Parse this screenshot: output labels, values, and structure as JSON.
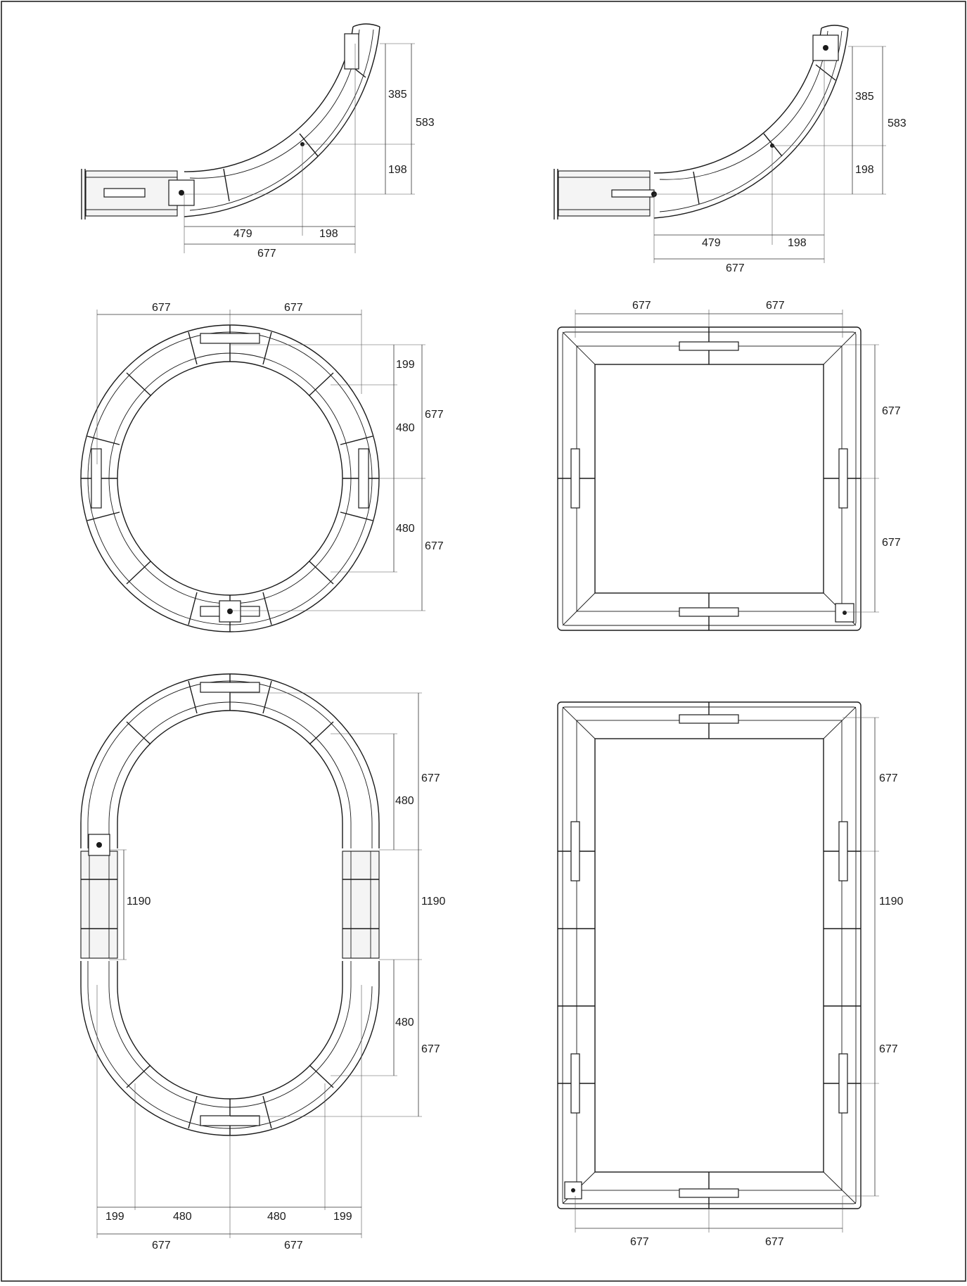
{
  "drawing": {
    "line_color": "#1a1a1a",
    "background": "#ffffff",
    "views": [
      {
        "name": "curve-with-straight-left",
        "labels": [
          "385",
          "583",
          "198",
          "479",
          "198",
          "677"
        ]
      },
      {
        "name": "curve-with-straight-right",
        "labels": [
          "385",
          "583",
          "198",
          "479",
          "198",
          "677"
        ]
      },
      {
        "name": "circle",
        "labels": [
          "677",
          "677",
          "199",
          "480",
          "677",
          "480",
          "677"
        ]
      },
      {
        "name": "square",
        "labels": [
          "677",
          "677",
          "677",
          "677"
        ]
      },
      {
        "name": "oval",
        "labels": [
          "677",
          "480",
          "1190",
          "1190",
          "480",
          "677",
          "199",
          "480",
          "480",
          "199",
          "677",
          "677"
        ]
      },
      {
        "name": "rectangle",
        "labels": [
          "677",
          "1190",
          "677",
          "677",
          "677"
        ]
      }
    ]
  }
}
